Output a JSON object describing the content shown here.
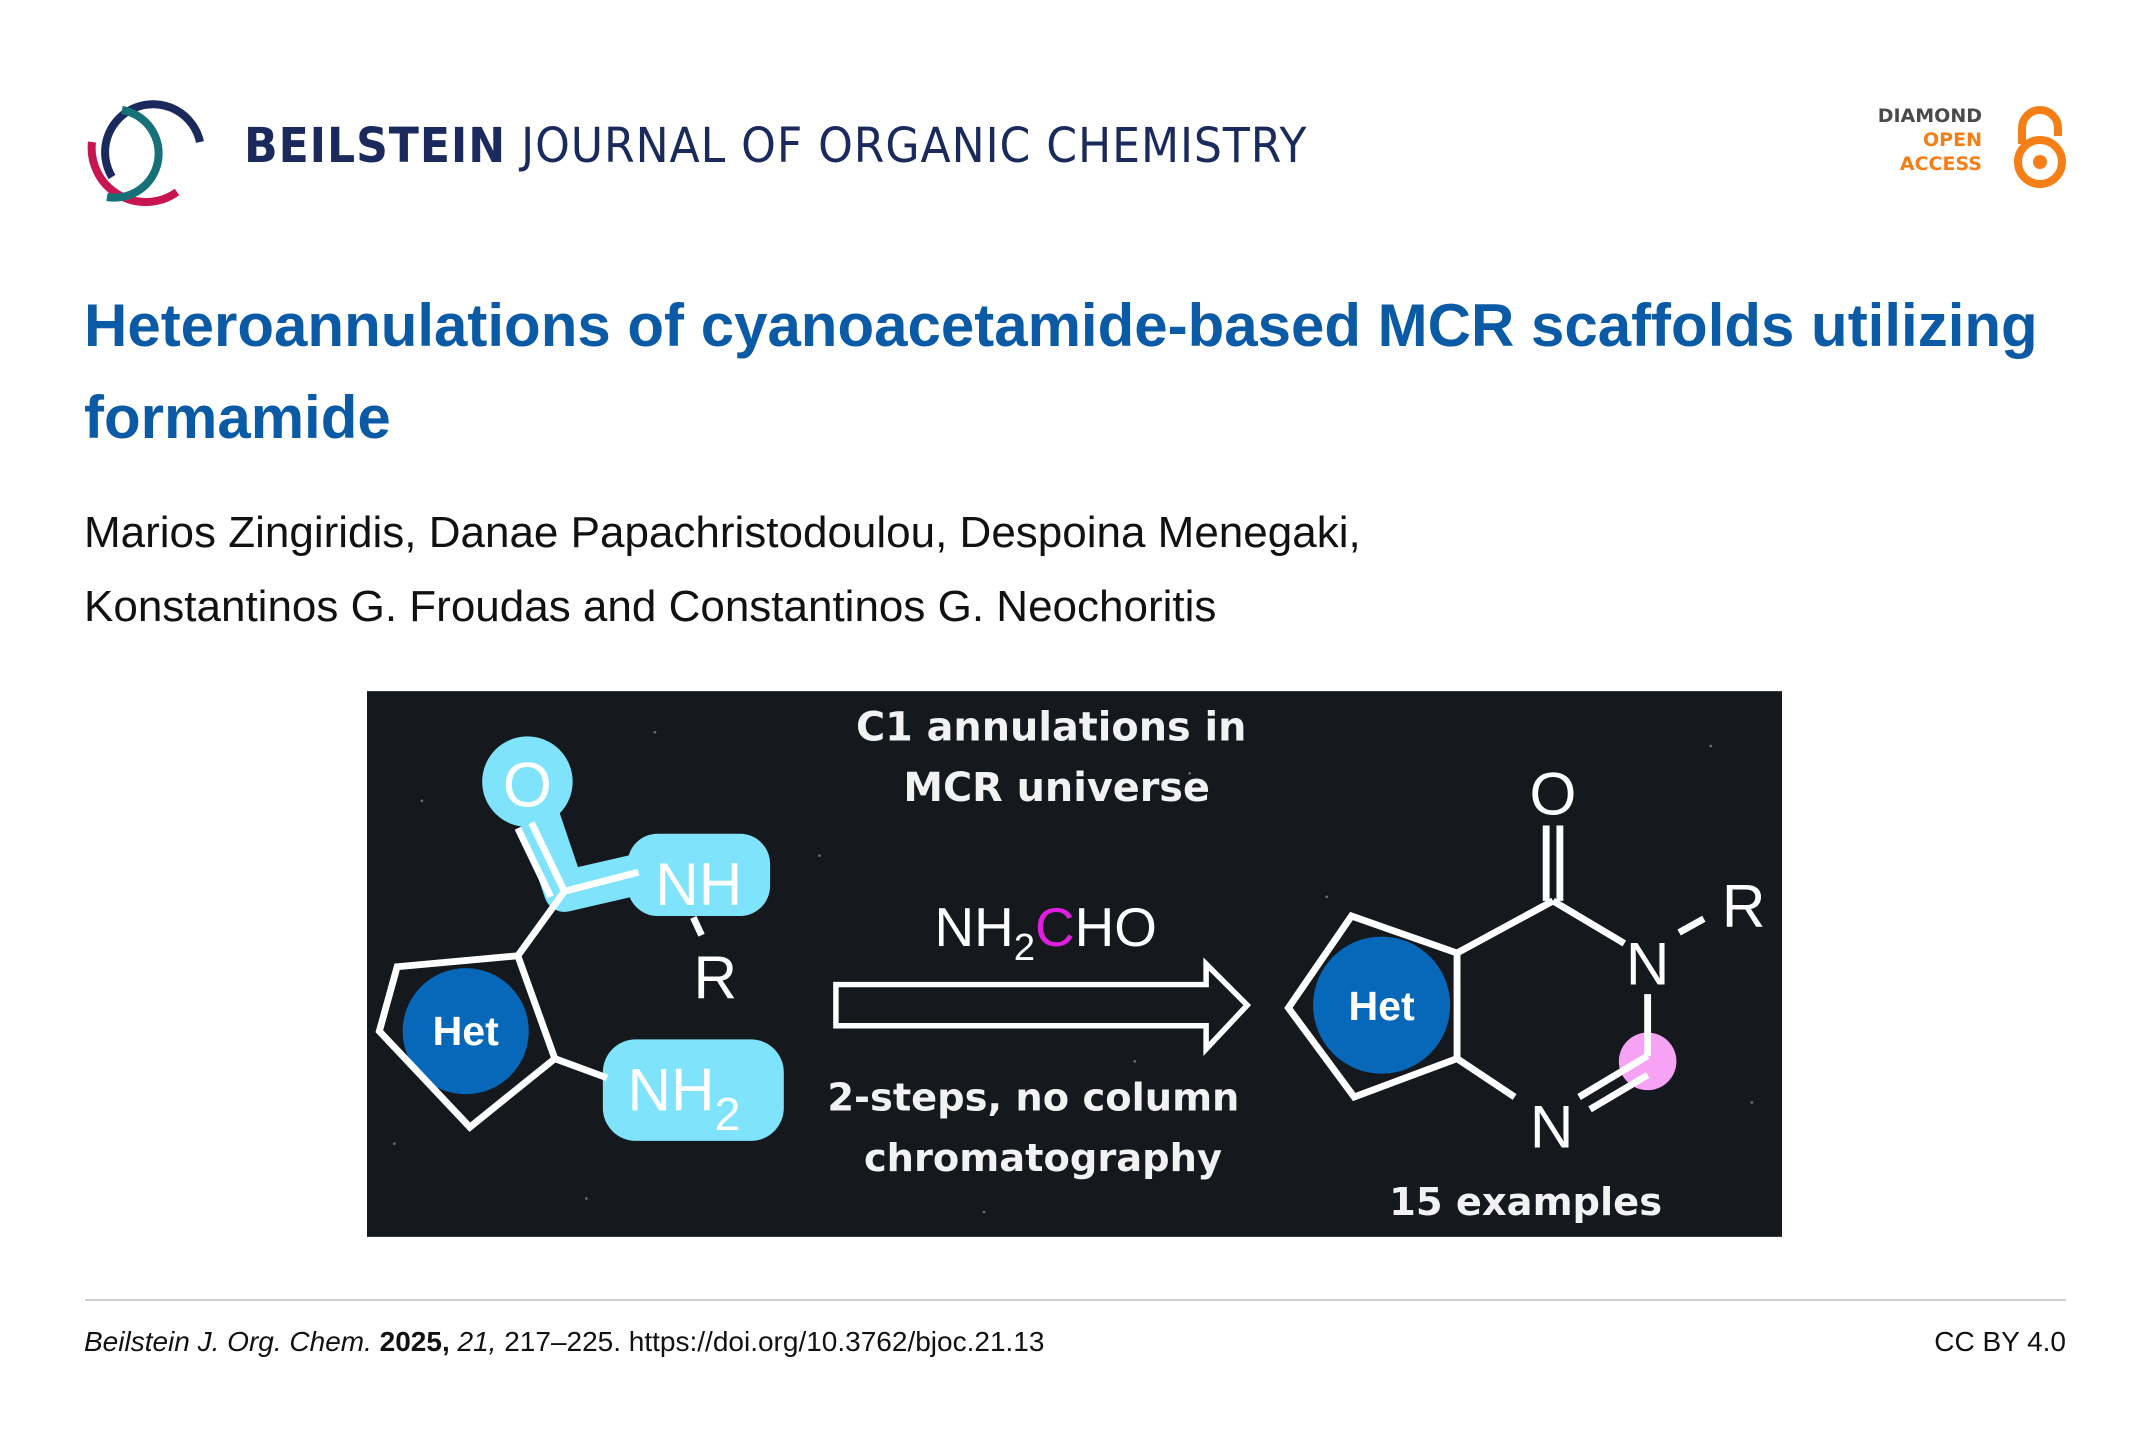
{
  "header": {
    "journal_bold": "BEILSTEIN",
    "journal_rest": "JOURNAL OF ORGANIC CHEMISTRY",
    "access_badge": [
      "DIAMOND",
      "OPEN",
      "ACCESS"
    ]
  },
  "article": {
    "title": "Heteroannulations of cyanoacetamide-based MCR scaffolds utilizing formamide",
    "authors_line1": "Marios Zingiridis, Danae Papachristodoulou, Despoina Menegaki,",
    "authors_line2": "Konstantinos G. Froudas and Constantinos G. Neochoritis"
  },
  "graphical_abstract": {
    "heading_line1": "C1 annulations in",
    "heading_line2": "MCR universe",
    "reagent_pre": "NH",
    "reagent_sub": "2",
    "reagent_c": "C",
    "reagent_post": "HO",
    "conditions_line1": "2-steps, no column",
    "conditions_line2": "chromatography",
    "examples": "15 examples",
    "left": {
      "het": "Het",
      "o": "O",
      "nh": "NH",
      "r": "R",
      "nh2": "NH",
      "nh2_sub": "2"
    },
    "right": {
      "het": "Het",
      "o": "O",
      "n1": "N",
      "r": "R",
      "n2": "N"
    },
    "colors": {
      "background": "#15181d",
      "highlight": "#7fe3fb",
      "het": "#0767b8",
      "pink": "#f6a3f5",
      "magenta": "#e01ee0"
    }
  },
  "footer": {
    "journal_abbrev": "Beilstein J. Org. Chem.",
    "year": "2025,",
    "volume": "21,",
    "pages_doi": "217–225. https://doi.org/10.3762/bjoc.21.13",
    "license": "CC BY 4.0"
  }
}
